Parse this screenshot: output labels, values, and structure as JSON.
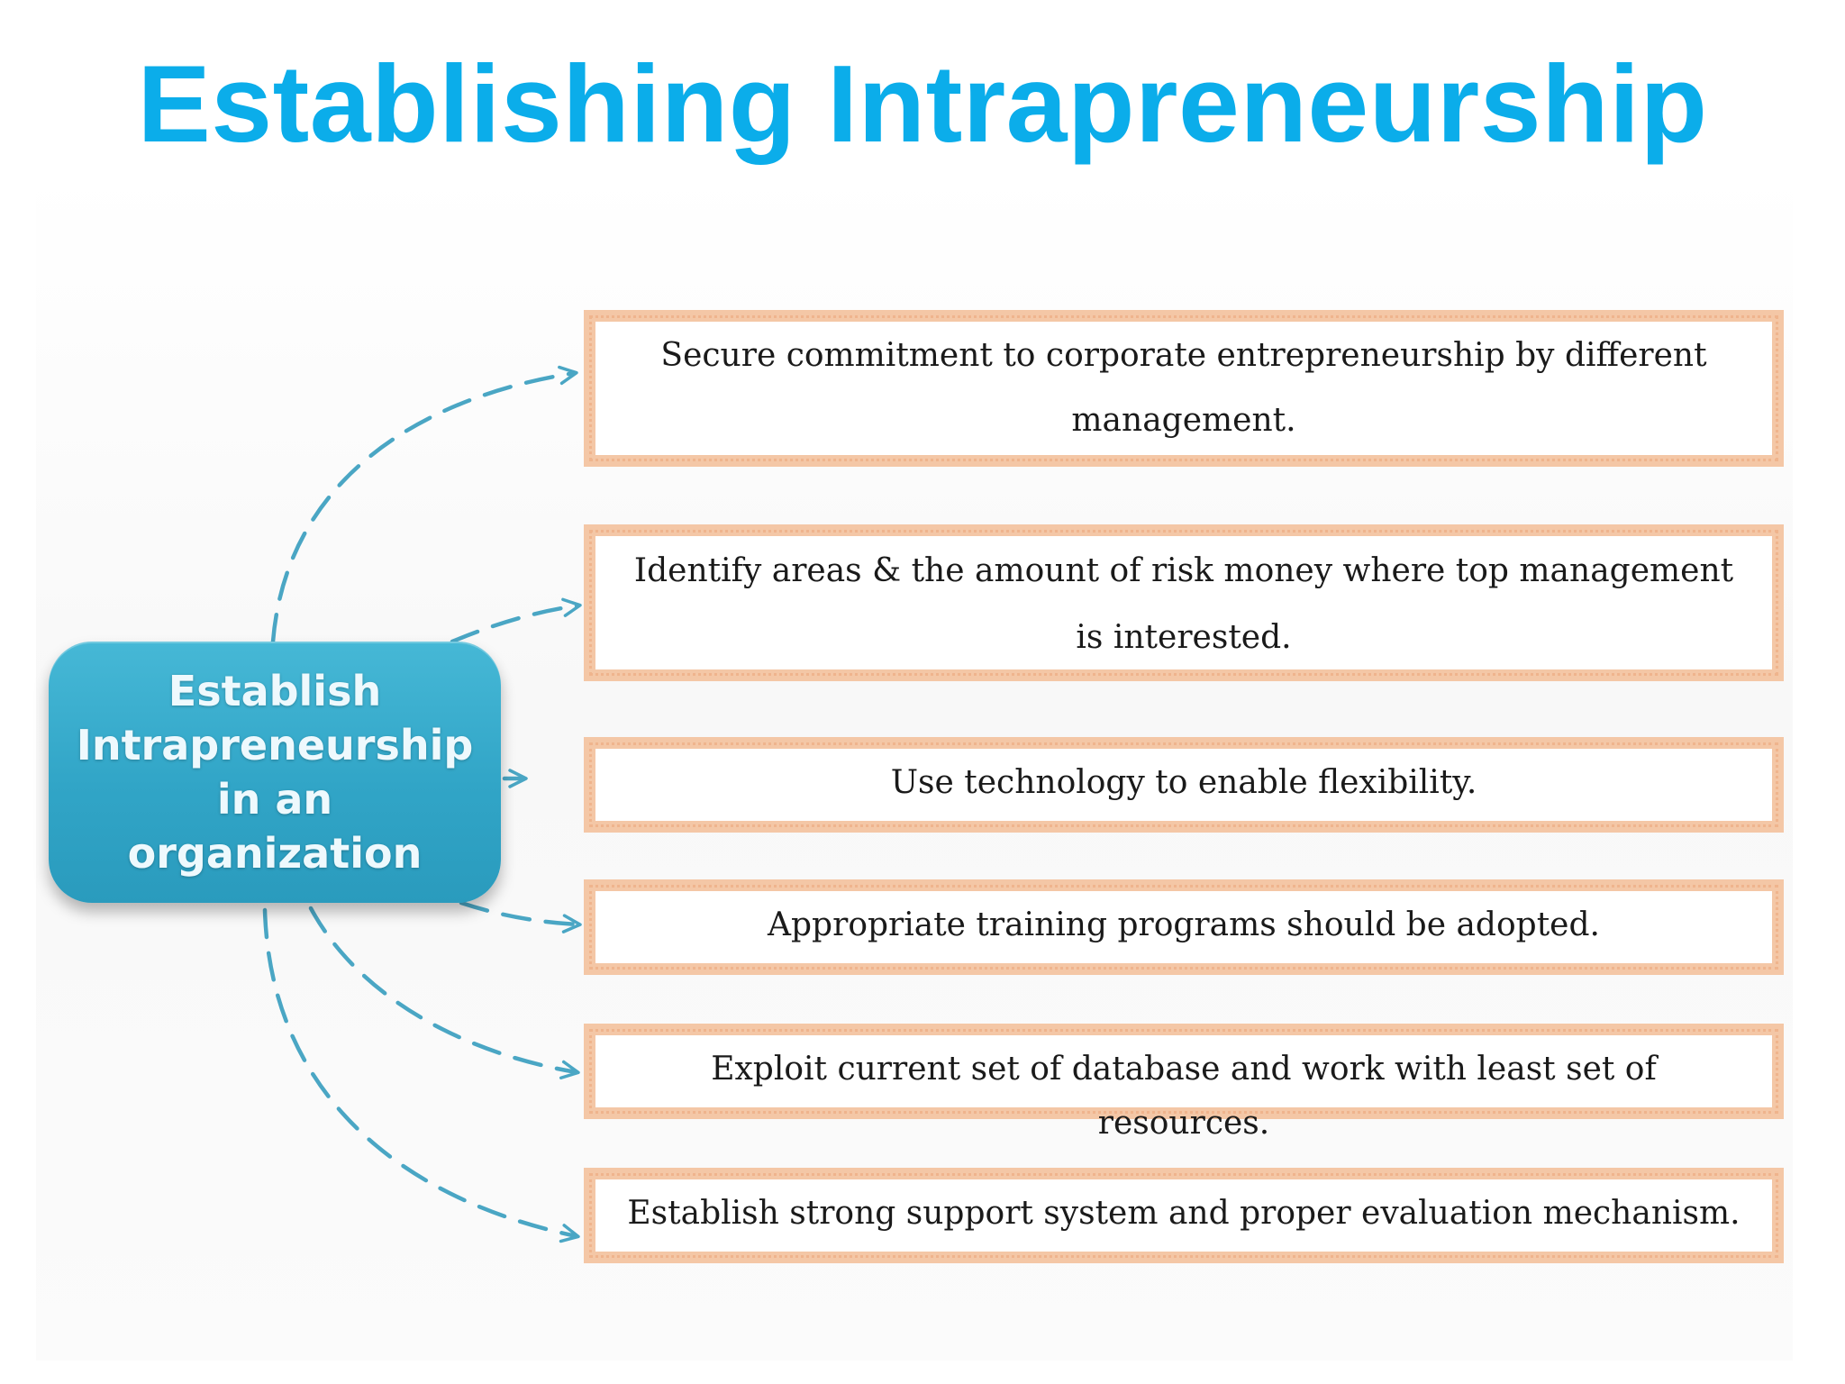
{
  "title": "Establishing Intrapreneurship",
  "hub": {
    "label": "Establish Intrapreneurship in an organization"
  },
  "items": [
    "Secure commitment to corporate entrepreneurship by different management.",
    "Identify areas & the amount of risk money where top management is interested.",
    "Use technology to enable flexibility.",
    "Appropriate training programs should be adopted.",
    "Exploit current set of database and work with least set of resources.",
    "Establish strong support system and proper evaluation mechanism."
  ],
  "colors": {
    "title": "#0badea",
    "hub": "#31a5c7",
    "hub_text": "#eef9fd",
    "box_border": "#f4c7a6",
    "connector": "#4aa6c4",
    "text": "#1a1a1a"
  }
}
